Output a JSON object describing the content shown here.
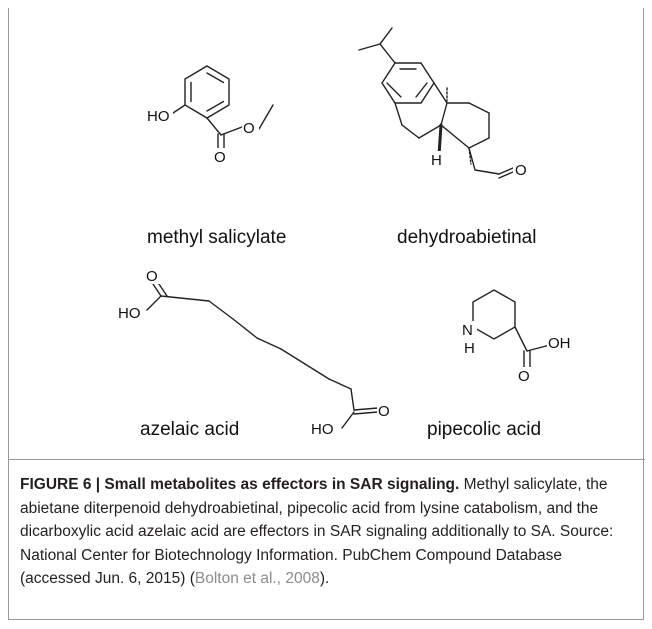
{
  "figure": {
    "compounds": [
      {
        "name": "methyl salicylate",
        "atoms": [
          "HO",
          "O",
          "O"
        ]
      },
      {
        "name": "dehydroabietinal",
        "atoms": [
          "H",
          "O"
        ]
      },
      {
        "name": "azelaic acid",
        "atoms": [
          "O",
          "HO",
          "O",
          "HO"
        ]
      },
      {
        "name": "pipecolic acid",
        "atoms": [
          "N",
          "H",
          "O",
          "OH"
        ]
      }
    ]
  },
  "caption": {
    "label": "FIGURE 6 | Small metabolites as effectors in SAR signaling.",
    "text": " Methyl salicylate, the abietane diterpenoid dehydroabietinal, pipecolic acid from lysine catabolism, and the dicarboxylic acid azelaic acid are effectors in SAR signaling additionally to SA. Source: National Center for Biotechnology Information. PubChem Compound Database (accessed Jun. 6, 2015) (",
    "citation": "Bolton et al., 2008",
    "end": ")."
  }
}
